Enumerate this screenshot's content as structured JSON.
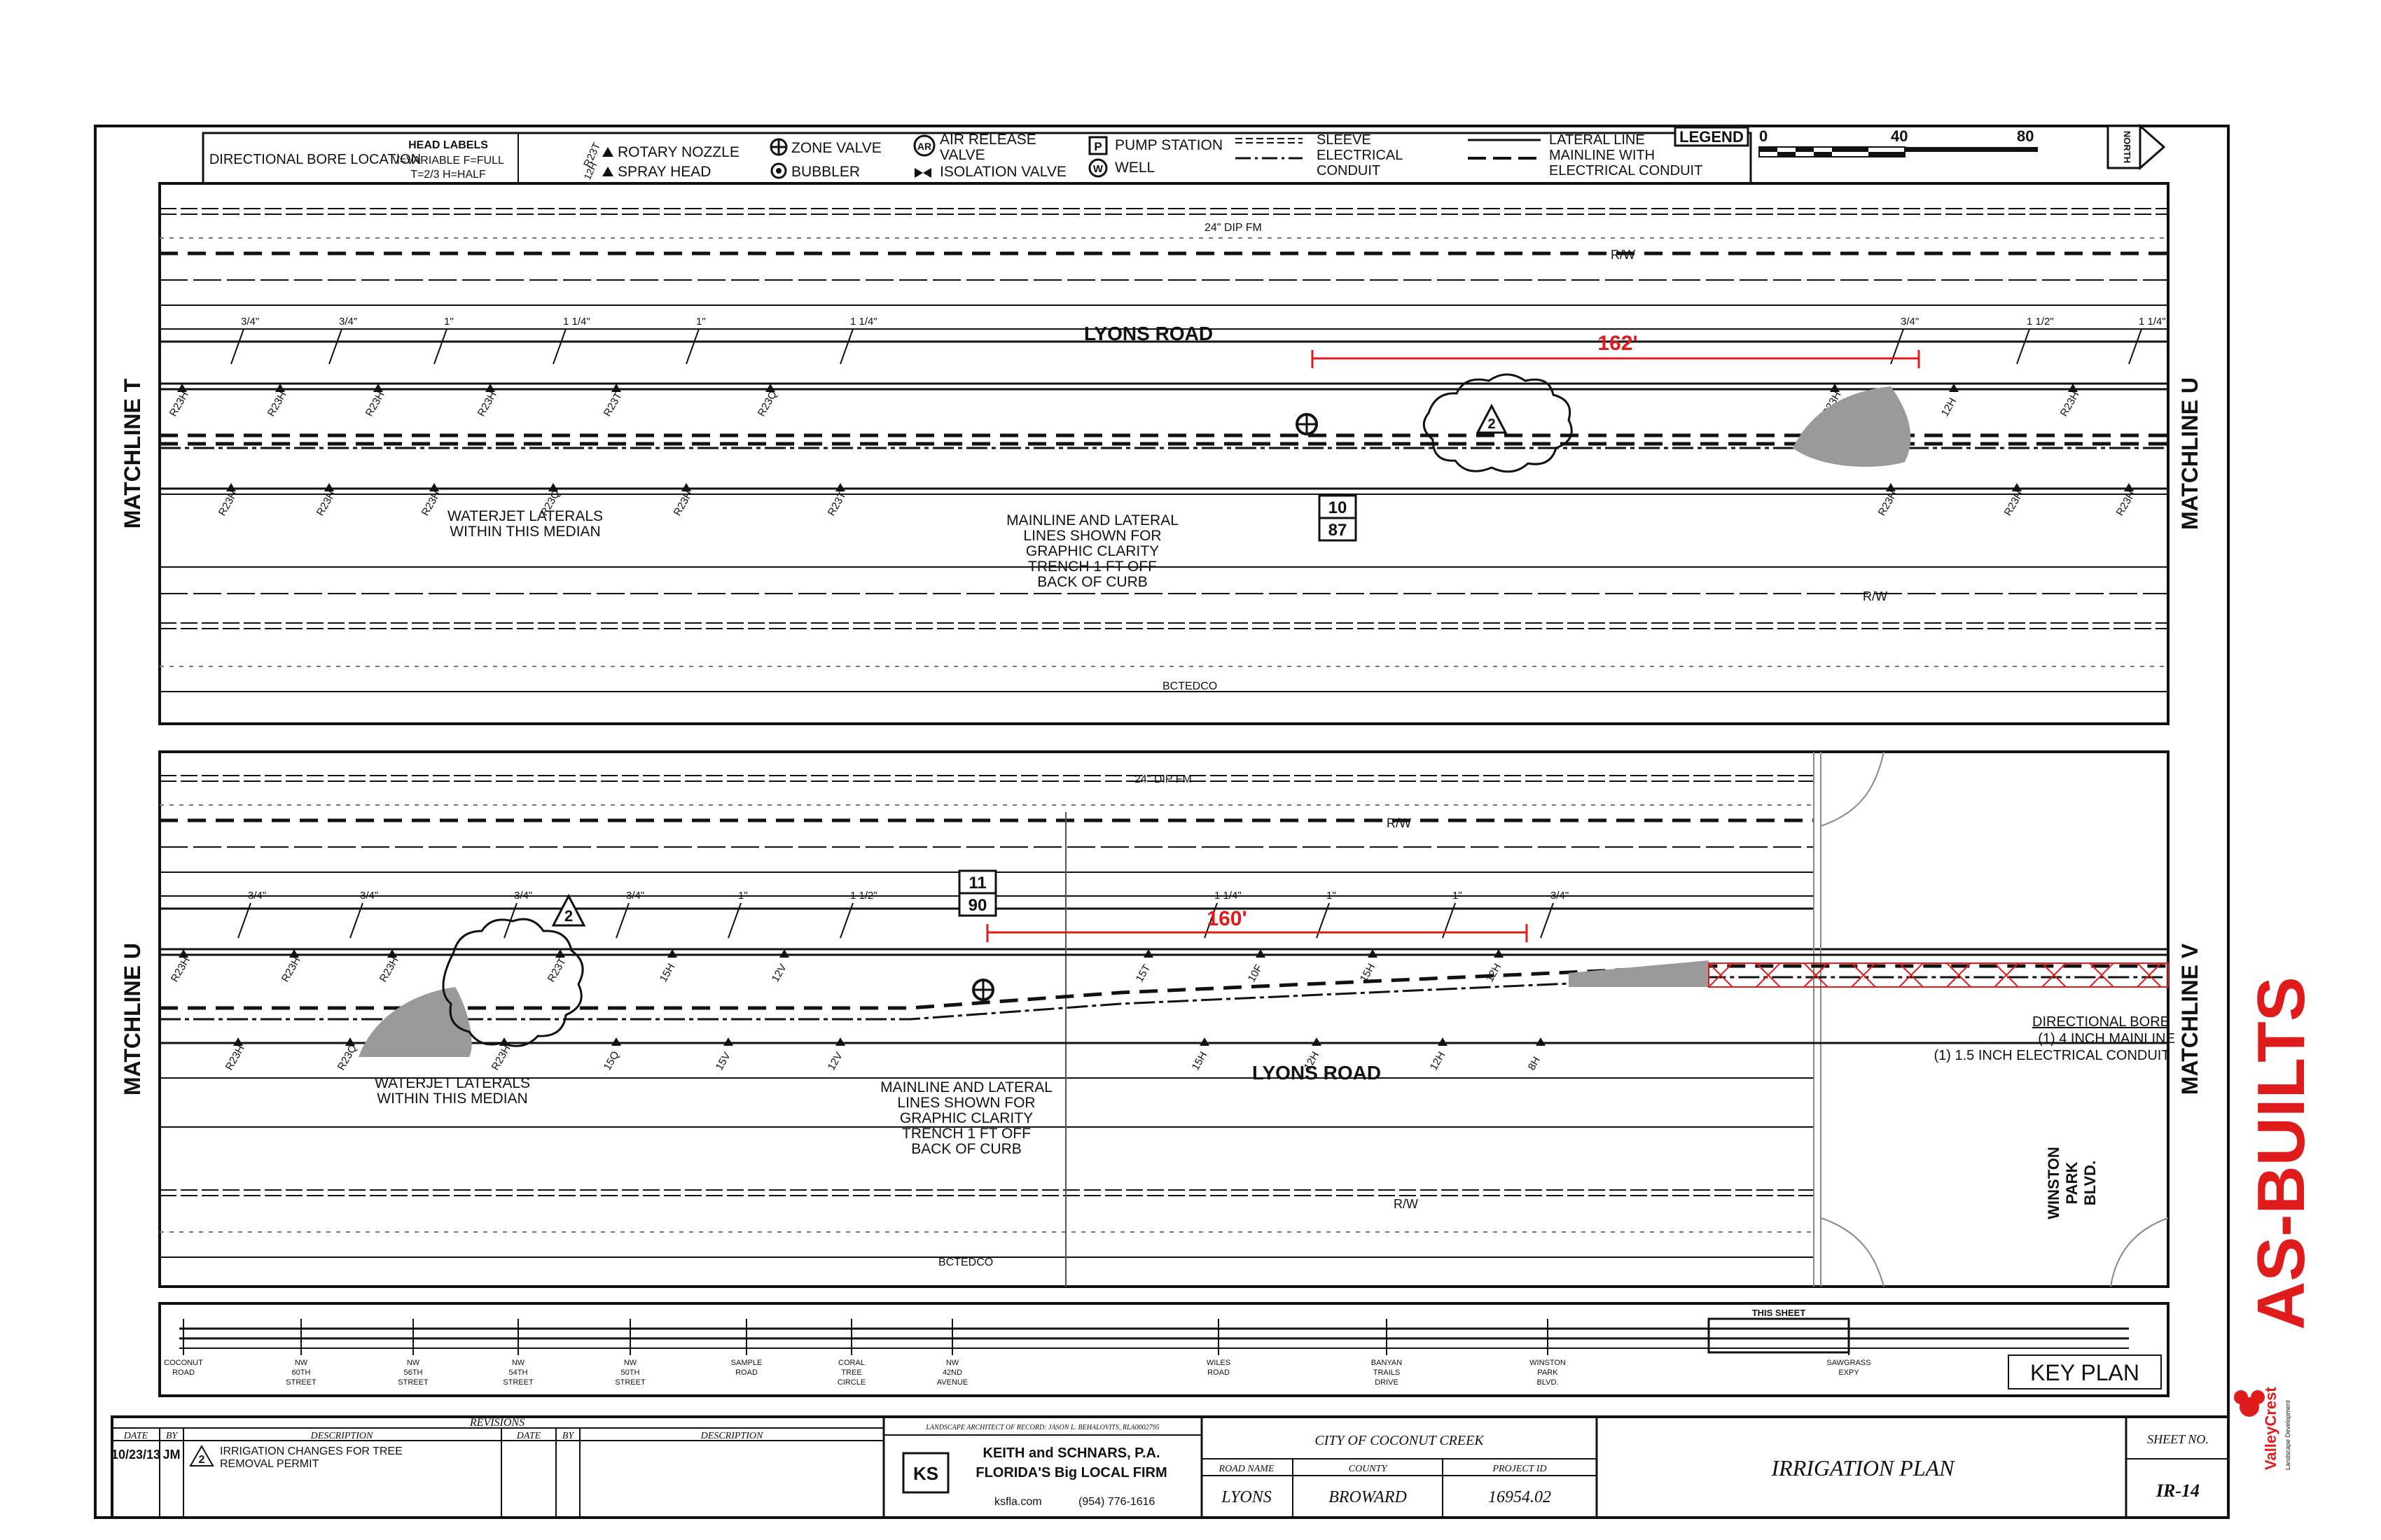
{
  "legend": {
    "directional_bore": "DIRECTIONAL BORE LOCATION",
    "head_labels_title": "HEAD LABELS",
    "head_labels_line1": "V=VARIABLE F=FULL",
    "head_labels_line2": "T=2/3 H=HALF",
    "rotary_code": "R23T",
    "rotary": "ROTARY NOZZLE",
    "spray_code": "12H",
    "spray": "SPRAY HEAD",
    "zone_valve": "ZONE VALVE",
    "bubbler": "BUBBLER",
    "air_release_1": "AIR RELEASE",
    "air_release_2": "VALVE",
    "isolation_valve": "ISOLATION VALVE",
    "pump_station": "PUMP STATION",
    "well": "WELL",
    "sleeve": "SLEEVE",
    "electrical_conduit_1": "ELECTRICAL",
    "electrical_conduit_2": "CONDUIT",
    "lateral_line": "LATERAL LINE",
    "mainline_1": "MAINLINE WITH",
    "mainline_2": "ELECTRICAL CONDUIT",
    "legend_title": "LEGEND",
    "scale_0": "0",
    "scale_40": "40",
    "scale_80": "80",
    "north": "NORTH"
  },
  "panel1": {
    "matchline_left": "MATCHLINE T",
    "matchline_right": "MATCHLINE U",
    "road": "LYONS ROAD",
    "pipe": "24\" DIP FM",
    "rw_top": "R/W",
    "rw_bottom": "R/W",
    "dimension": "162'",
    "waterjet_1": "WATERJET LATERALS",
    "waterjet_2": "WITHIN THIS MEDIAN",
    "note_1": "MAINLINE AND LATERAL",
    "note_2": "LINES SHOWN FOR",
    "note_3": "GRAPHIC CLARITY",
    "note_4": "TRENCH 1 FT OFF",
    "note_5": "BACK OF CURB",
    "zone_num": "10",
    "zone_gpm": "87",
    "rev_tag": "2",
    "bottom_label": "BCTEDCO",
    "head_labels": [
      "R23H",
      "R23H",
      "R23H",
      "R23H",
      "R23H",
      "R23H",
      "R23H",
      "R23Q",
      "R23T",
      "R23H",
      "R23Q",
      "R23T",
      "R23H",
      "R23H",
      "12H"
    ],
    "sizes": [
      "3/4\"",
      "3/4\"",
      "1\"",
      "1 1/4\"",
      "1\"",
      "1 1/4\"",
      "3/4\"",
      "1 1/2\"",
      "1 1/4\"",
      "1\"",
      "1 1/4\"",
      "1\"",
      "3/4\"",
      "3/4\""
    ]
  },
  "panel2": {
    "matchline_left": "MATCHLINE U",
    "matchline_right": "MATCHLINE V",
    "road": "LYONS ROAD",
    "pipe": "24\" DIP FM",
    "rw_top": "R/W",
    "rw_bottom": "R/W",
    "dimension": "160'",
    "waterjet_1": "WATERJET LATERALS",
    "waterjet_2": "WITHIN THIS MEDIAN",
    "note_1": "MAINLINE AND LATERAL",
    "note_2": "LINES SHOWN FOR",
    "note_3": "GRAPHIC CLARITY",
    "note_4": "TRENCH 1 FT OFF",
    "note_5": "BACK OF CURB",
    "zone_num": "11",
    "zone_gpm": "90",
    "rev_tag": "2",
    "bore_title": "DIRECTIONAL BORE",
    "bore_1": "(1) 4 INCH MAINLINE",
    "bore_2": "(1) 1.5 INCH ELECTRICAL CONDUIT",
    "winston_1": "WINSTON",
    "winston_2": "PARK",
    "winston_3": "BLVD.",
    "bottom_label": "BCTEDCO",
    "head_labels": [
      "R23H",
      "R23H",
      "R23H",
      "R23Q",
      "R23H",
      "R23H",
      "R23T",
      "15Q",
      "15H",
      "15V",
      "12V",
      "12V",
      "15T",
      "15H",
      "10F",
      "12H",
      "15H",
      "12H",
      "12H",
      "8H",
      "15V",
      "12H"
    ],
    "sizes": [
      "3/4\"",
      "3/4\"",
      "3/4\"",
      "3/4\"",
      "1\"",
      "1 1/2\"",
      "1 1/4\"",
      "1\"",
      "1\"",
      "3/4\"",
      "1 1/4\"",
      "1\"",
      "1 1/4\""
    ]
  },
  "key_plan": {
    "title": "KEY PLAN",
    "this_sheet": "THIS SHEET",
    "streets": [
      "COCONUT ROAD",
      "NW 60TH STREET",
      "NW 56TH STREET",
      "NW 54TH STREET",
      "NW 50TH STREET",
      "SAMPLE ROAD",
      "CORAL TREE CIRCLE",
      "NW 42ND AVENUE",
      "WILES ROAD",
      "BANYAN TRAILS DRIVE",
      "WINSTON PARK BLVD.",
      "SAWGRASS EXPY"
    ]
  },
  "title_block": {
    "revisions_title": "REVISIONS",
    "col_date": "DATE",
    "col_by": "BY",
    "col_desc": "DESCRIPTION",
    "rev_date": "10/23/13",
    "rev_by": "JM",
    "rev_num": "2",
    "rev_desc_1": "IRRIGATION CHANGES FOR TREE",
    "rev_desc_2": "REMOVAL PERMIT",
    "landscape_architect": "LANDSCAPE ARCHITECT OF RECORD: JASON L. BEHALOVITS, RLA0002795",
    "firm": "KEITH and SCHNARS, P.A.",
    "firm_tag": "FLORIDA'S Big LOCAL FIRM",
    "firm_logo": "KS",
    "website": "ksfla.com",
    "phone": "(954) 776-1616",
    "client": "CITY OF COCONUT CREEK",
    "road_name_label": "ROAD NAME",
    "county_label": "COUNTY",
    "project_label": "PROJECT ID",
    "road_name": "LYONS",
    "county": "BROWARD",
    "project_id": "16954.02",
    "sheet_title": "IRRIGATION PLAN",
    "sheet_no_label": "SHEET NO.",
    "sheet_no": "IR-14"
  },
  "stamp": {
    "as_builts": "AS-BUILTS",
    "company": "ValleyCrest",
    "company_sub": "Landscape Development"
  },
  "colors": {
    "red": "#e01b1b",
    "line": "#111111",
    "shade": "#9a9a9a"
  }
}
